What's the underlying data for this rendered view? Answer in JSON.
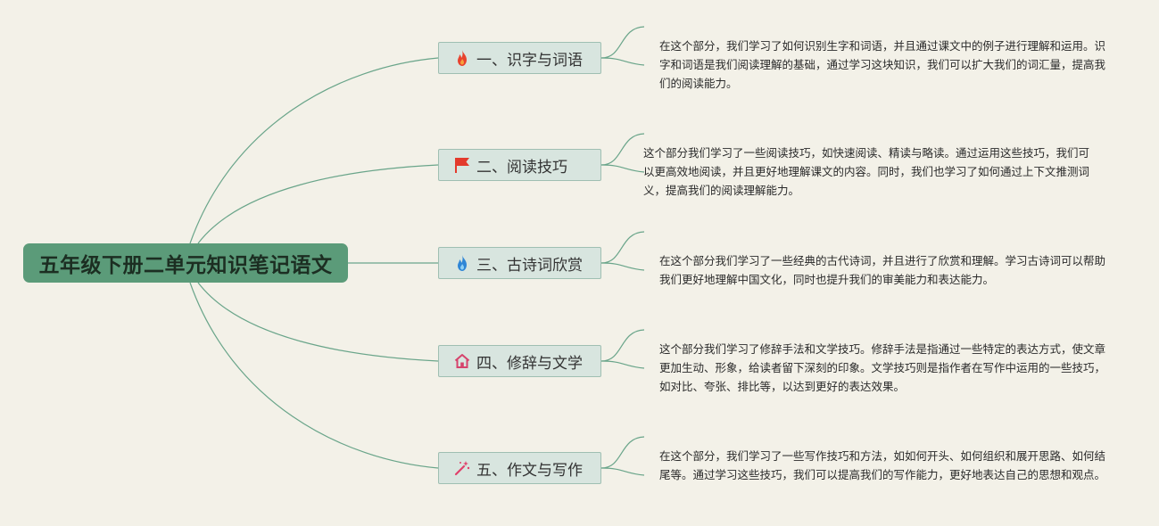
{
  "root": {
    "title": "五年级下册二单元知识笔记语文"
  },
  "branches": [
    {
      "label": "一、识字与词语",
      "icon": "fire-icon",
      "icon_color": "#e8432e",
      "note": "在这个部分，我们学习了如何识别生字和词语，并且通过课文中的例子进行理解和运用。识字和词语是我们阅读理解的基础，通过学习这块知识，我们可以扩大我们的词汇量，提高我们的阅读能力。"
    },
    {
      "label": "二、阅读技巧",
      "icon": "flag-icon",
      "icon_color": "#e33a2c",
      "note": "这个部分我们学习了一些阅读技巧，如快速阅读、精读与略读。通过运用这些技巧，我们可以更高效地阅读，并且更好地理解课文的内容。同时，我们也学习了如何通过上下文推测词义，提高我们的阅读理解能力。"
    },
    {
      "label": "三、古诗词欣赏",
      "icon": "flame-blue-icon",
      "icon_color": "#2f86d6",
      "note": "在这个部分我们学习了一些经典的古代诗词，并且进行了欣赏和理解。学习古诗词可以帮助我们更好地理解中国文化，同时也提升我们的审美能力和表达能力。"
    },
    {
      "label": "四、修辞与文学",
      "icon": "home-icon",
      "icon_color": "#d6436c",
      "note": "这个部分我们学习了修辞手法和文学技巧。修辞手法是指通过一些特定的表达方式，使文章更加生动、形象，给读者留下深刻的印象。文学技巧则是指作者在写作中运用的一些技巧，如对比、夸张、排比等，以达到更好的表达效果。"
    },
    {
      "label": "五、作文与写作",
      "icon": "magic-wand-icon",
      "icon_color": "#e0406a",
      "note": "在这个部分，我们学习了一些写作技巧和方法，如如何开头、如何组织和展开思路、如何结尾等。通过学习这些技巧，我们可以提高我们的写作能力，更好地表达自己的思想和观点。"
    }
  ],
  "colors": {
    "line": "#6aa58a",
    "root_fill": "#5b9b79",
    "branch_fill": "#d8e5df",
    "background": "#f3f1e8"
  }
}
